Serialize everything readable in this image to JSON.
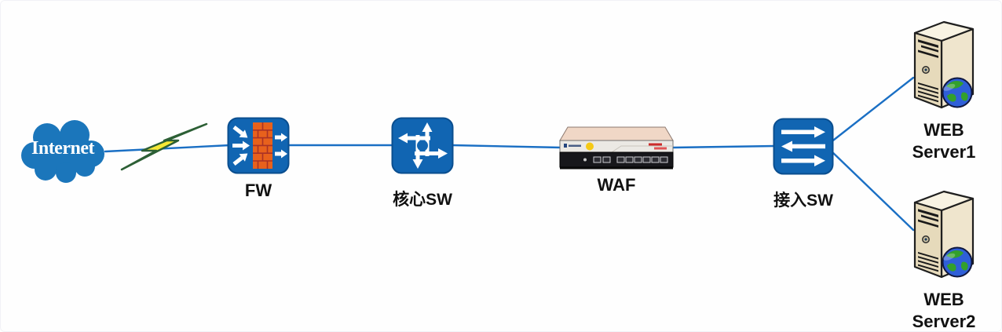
{
  "diagram": {
    "type": "network-topology",
    "nodes": {
      "internet": {
        "label": "Internet",
        "icon": "internet-cloud-icon"
      },
      "fw": {
        "label": "FW",
        "icon": "firewall-icon"
      },
      "core_sw": {
        "label": "核心SW",
        "icon": "core-switch-icon"
      },
      "waf": {
        "label": "WAF",
        "icon": "waf-appliance-icon"
      },
      "access_sw": {
        "label": "接入SW",
        "icon": "access-switch-icon"
      },
      "web_server1": {
        "label_line1": "WEB",
        "label_line2": "Server1",
        "icon": "web-server-icon"
      },
      "web_server2": {
        "label_line1": "WEB",
        "label_line2": "Server2",
        "icon": "web-server-icon"
      }
    },
    "edges": [
      {
        "from": "internet",
        "to": "fw",
        "decoration": "lightning-bolt-icon"
      },
      {
        "from": "fw",
        "to": "core_sw"
      },
      {
        "from": "core_sw",
        "to": "waf"
      },
      {
        "from": "waf",
        "to": "access_sw"
      },
      {
        "from": "access_sw",
        "to": "web_server1"
      },
      {
        "from": "access_sw",
        "to": "web_server2"
      }
    ],
    "colors": {
      "node_blue": "#1165b2",
      "link_blue": "#1a6fc4",
      "cloud_blue": "#1b76bb",
      "lightning_yellow": "#f2e20e",
      "lightning_outline": "#2c5f35",
      "brick_orange": "#e8611c",
      "server_beige": "#e6dabb",
      "label_text": "#111111",
      "background": "#ffffff"
    }
  }
}
